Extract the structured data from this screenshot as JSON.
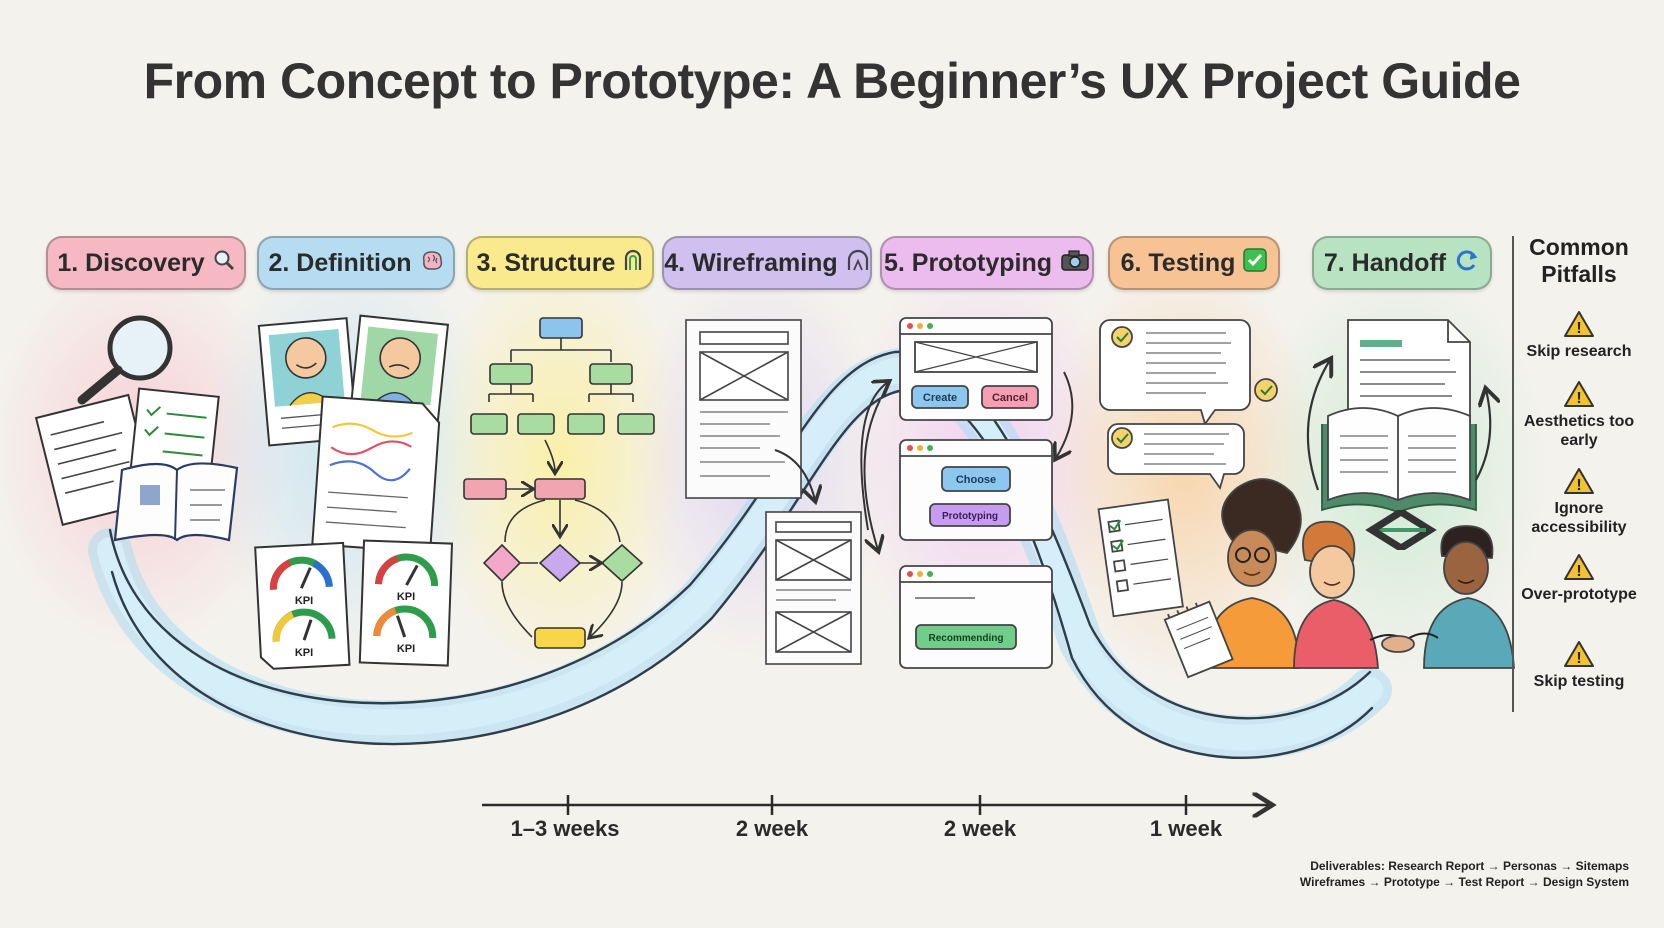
{
  "title": "From Concept to Prototype: A Beginner’s UX Project Guide",
  "stages": [
    {
      "label": "1. Discovery",
      "icon": "magnifier-icon",
      "color": "#f6b9c3"
    },
    {
      "label": "2. Definition",
      "icon": "brain-icon",
      "color": "#b5dcf1"
    },
    {
      "label": "3. Structure",
      "icon": "arch-icon",
      "color": "#f9ea8e"
    },
    {
      "label": "4. Wireframing",
      "icon": "wireframe-icon",
      "color": "#cfc0ef"
    },
    {
      "label": "5. Prototyping",
      "icon": "camera-icon",
      "color": "#ecbcef"
    },
    {
      "label": "6. Testing",
      "icon": "checkmark-icon",
      "color": "#f8c394"
    },
    {
      "label": "7. Handoff",
      "icon": "refresh-icon",
      "color": "#b7e3c2"
    }
  ],
  "illustrations": {
    "kpi_labels": [
      "KPI",
      "KPI",
      "KPI",
      "KPI"
    ],
    "proto_button_create": "Create",
    "proto_button_cancel": "Cancel",
    "proto_button_choose": "Choose",
    "proto_button_prototype": "Prototyping",
    "proto_button_record": "Recommending"
  },
  "pitfalls": {
    "title": "Common Pitfalls",
    "items": [
      "Skip research",
      "Aesthetics too early",
      "Ignore accessibility",
      "Over-prototype",
      "Skip testing"
    ],
    "icon": "warning-icon",
    "icon_color": "#f2c230"
  },
  "timeline": {
    "ticks": [
      "1–3 weeks",
      "2 week",
      "2 week",
      "1 week"
    ]
  },
  "deliverables": {
    "line1": "Deliverables: Research Report → Personas → Sitemaps",
    "line2": "Wireframes → Prototype → Test Report → Design System"
  }
}
